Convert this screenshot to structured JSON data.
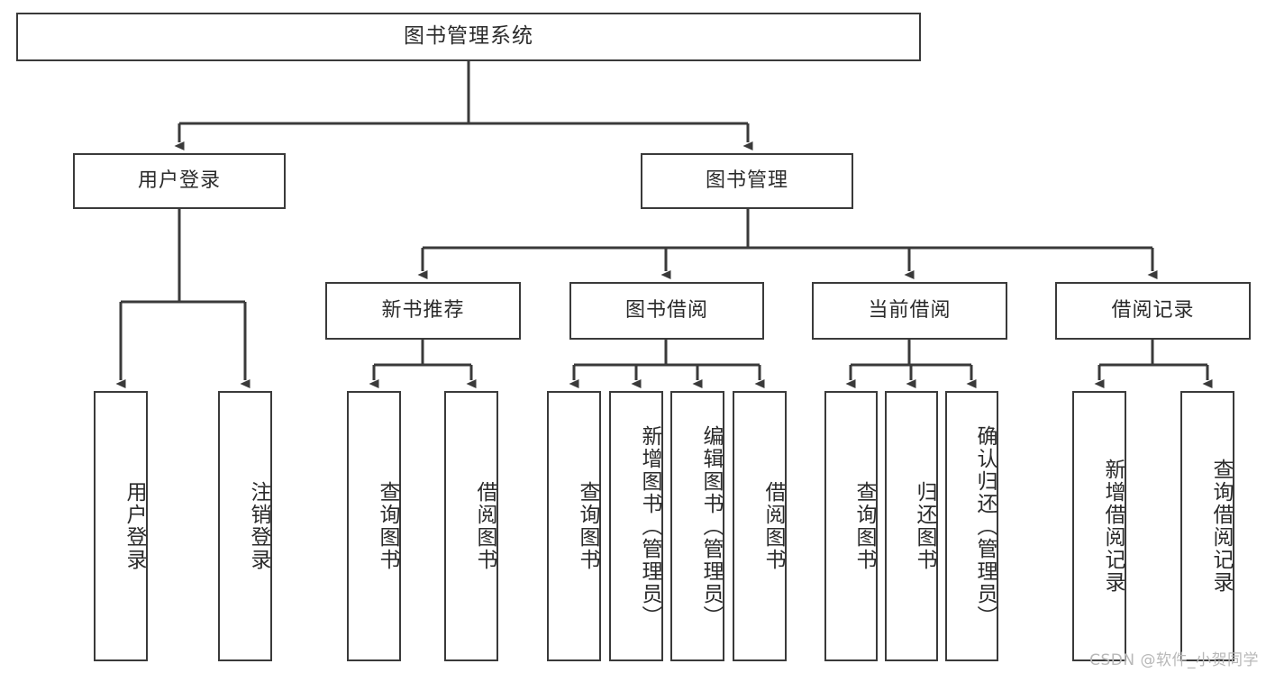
{
  "diagram": {
    "title": "图书管理系统",
    "watermark": "CSDN @软件_小贺同学",
    "colors": {
      "border": "#3a3a3a",
      "background": "#ffffff",
      "text": "#2b2b2b",
      "connector": "#3a3a3a",
      "watermark": "#b8b8b8"
    },
    "levels": {
      "root": {
        "label": "图书管理系统"
      },
      "level2": [
        {
          "id": "user-login",
          "label": "用户登录"
        },
        {
          "id": "book-manage",
          "label": "图书管理"
        }
      ],
      "level3": [
        {
          "id": "new-book-recommend",
          "label": "新书推荐"
        },
        {
          "id": "book-borrow",
          "label": "图书借阅"
        },
        {
          "id": "current-borrow",
          "label": "当前借阅"
        },
        {
          "id": "borrow-record",
          "label": "借阅记录"
        }
      ],
      "leaves": {
        "user-login": [
          {
            "id": "leaf-user-login",
            "label": "用户登录"
          },
          {
            "id": "leaf-logout-login",
            "label": "注销登录"
          }
        ],
        "new-book-recommend": [
          {
            "id": "leaf-query-book-1",
            "label": "查询图书"
          },
          {
            "id": "leaf-borrow-book-1",
            "label": "借阅图书"
          }
        ],
        "book-borrow": [
          {
            "id": "leaf-query-book-2",
            "label": "查询图书"
          },
          {
            "id": "leaf-add-book",
            "label": "新增图书（管理员）"
          },
          {
            "id": "leaf-edit-book",
            "label": "编辑图书（管理员）"
          },
          {
            "id": "leaf-borrow-book-2",
            "label": "借阅图书"
          }
        ],
        "current-borrow": [
          {
            "id": "leaf-query-book-3",
            "label": "查询图书"
          },
          {
            "id": "leaf-return-book",
            "label": "归还图书"
          },
          {
            "id": "leaf-confirm-return",
            "label": "确认归还（管理员）"
          }
        ],
        "borrow-record": [
          {
            "id": "leaf-add-record",
            "label": "新增借阅记录"
          },
          {
            "id": "leaf-query-record",
            "label": "查询借阅记录"
          }
        ]
      }
    }
  }
}
